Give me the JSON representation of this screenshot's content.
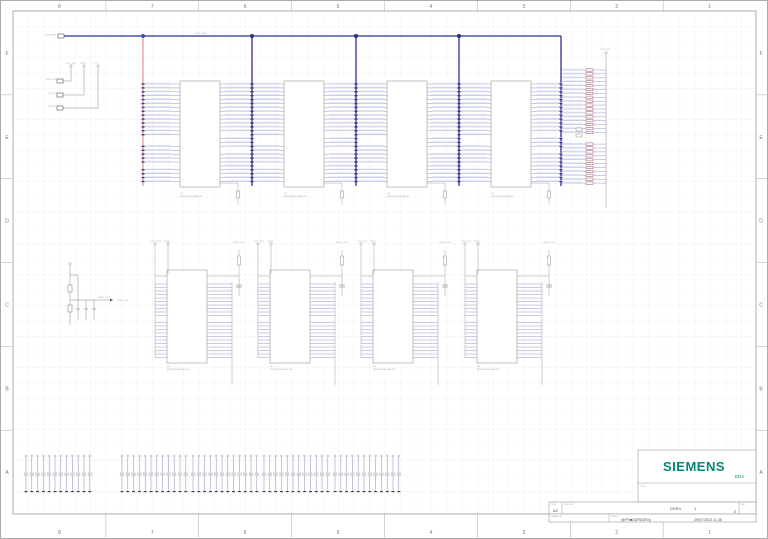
{
  "sheet": {
    "column_zones": [
      "8",
      "7",
      "6",
      "5",
      "4",
      "3",
      "2",
      "1"
    ],
    "row_zones": [
      "F",
      "E",
      "D",
      "C",
      "B",
      "A"
    ]
  },
  "schematic": {
    "bus_net_label": "DDR_VREF",
    "top_left_port": "DDR_VREF",
    "left_ports": [
      "DDR_CLK",
      "DDR_CKE",
      "DDR_RST"
    ],
    "power_labels": [
      "VCC_1V8",
      "VDDQ",
      "VTT"
    ],
    "top_right_power": "VTT_DDR",
    "memory_chips_top": [
      "U1",
      "U2",
      "U3",
      "U4"
    ],
    "memory_chips_bottom": [
      "U5",
      "U6",
      "U7",
      "U8"
    ],
    "chip_part_label": "MT41K256M16HA-125",
    "regulator_net": "VREF_OUT",
    "bottom_power_left": "VCC_3V3",
    "bottom_power_right": "VDDQ_1V5"
  },
  "title_block": {
    "company": "SIEMENS",
    "company_sub": "EDA",
    "title_label": "TITLE",
    "size_label": "SIZE",
    "size": "A2",
    "dwg_label": "DWG NO",
    "dwg_no": "DDR4",
    "sheet_no": "1",
    "rev_label": "REV",
    "rev": "0",
    "drawn_label": "DRAWN BY",
    "check_label": "CHECK",
    "file": "@FFI■DDRDDR4)",
    "date": "29/07/2022 11:38"
  },
  "colors": {
    "bus": "#2b2f8f",
    "red_net": "#d87070",
    "wire": "#7f7fc8",
    "grid": "#ececec",
    "border": "#999999",
    "brand": "#00877a"
  }
}
